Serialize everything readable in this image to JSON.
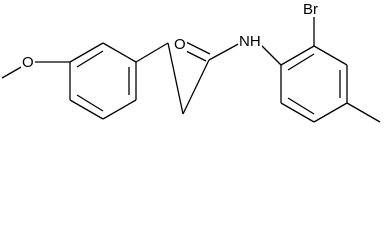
{
  "molecule": {
    "atoms": {
      "methoxy_oxygen": "O",
      "carbonyl_oxygen": "O",
      "amide_nitrogen": "NH",
      "bromine": "Br"
    }
  },
  "colors": {
    "bond": "#000000",
    "background": "#ffffff"
  }
}
